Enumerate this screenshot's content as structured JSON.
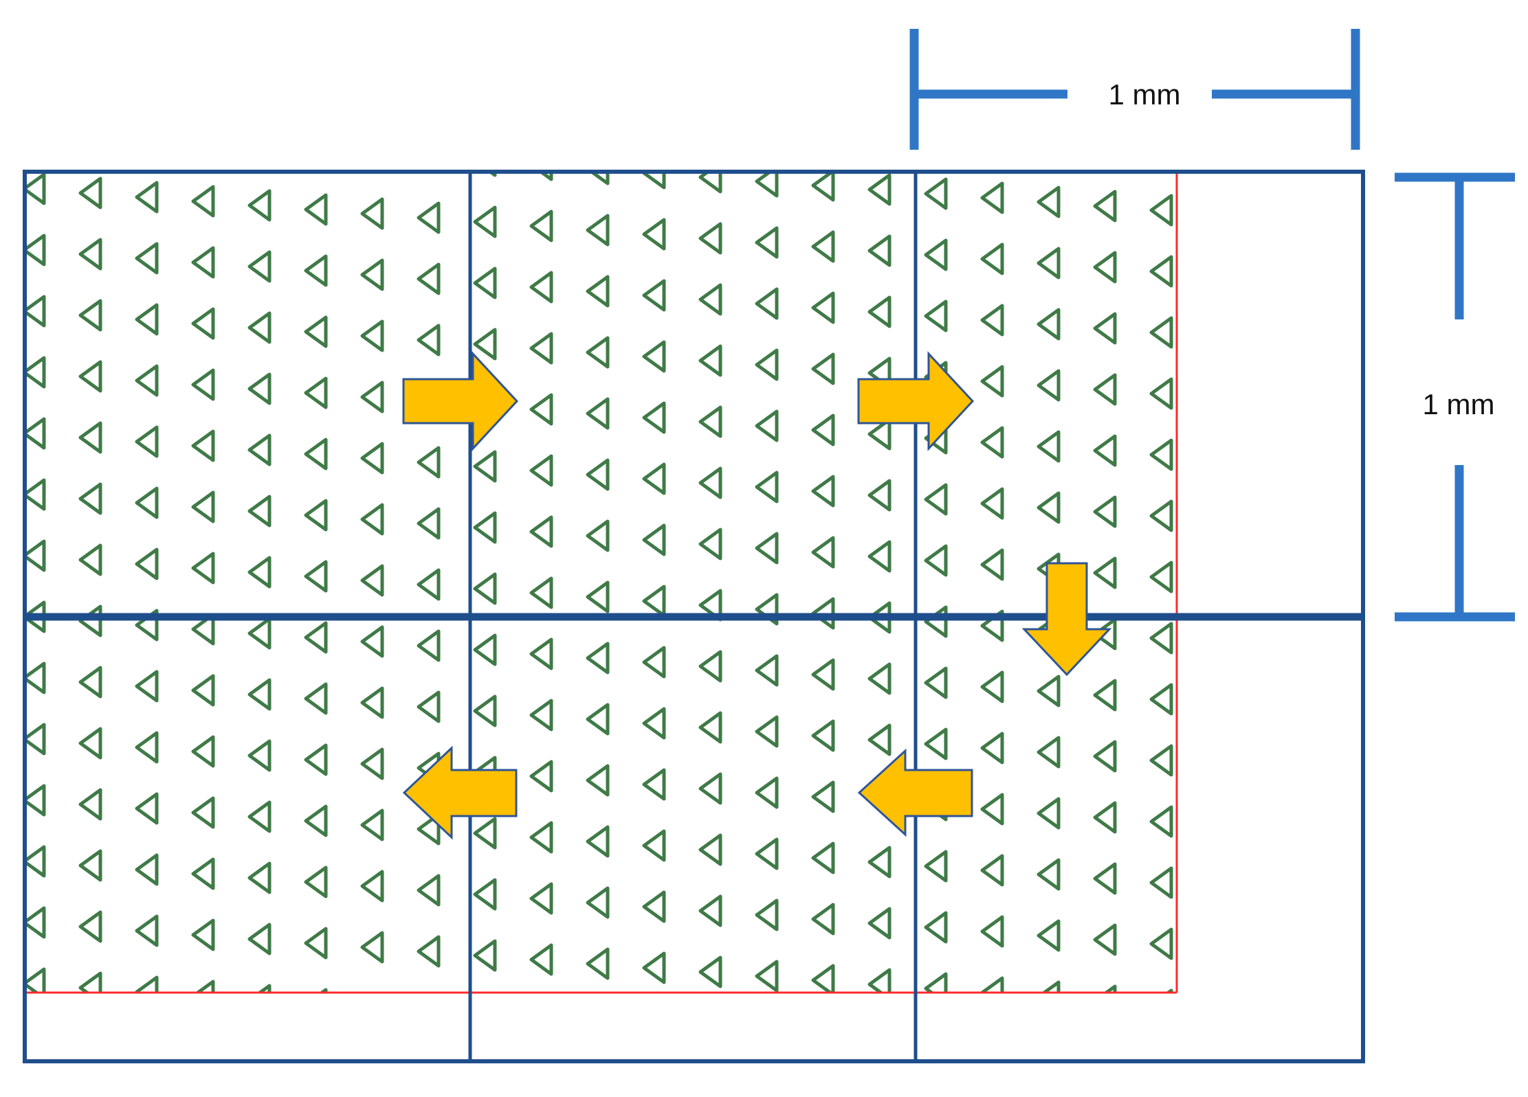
{
  "scale_bars": {
    "horizontal_label": "1 mm",
    "vertical_label": "1 mm"
  },
  "grid": {
    "rows": 2,
    "columns": 3
  },
  "scan_path": [
    {
      "direction": "right"
    },
    {
      "direction": "right"
    },
    {
      "direction": "down"
    },
    {
      "direction": "left"
    },
    {
      "direction": "left"
    }
  ],
  "colors": {
    "grid_line": "#1f4e8c",
    "scale_bar": "#2f77c6",
    "arrow_fill": "#ffc000",
    "arrow_outline": "#2f5597",
    "triangle_stroke": "#3f7a47",
    "sample_boundary": "#ff2a2a"
  }
}
